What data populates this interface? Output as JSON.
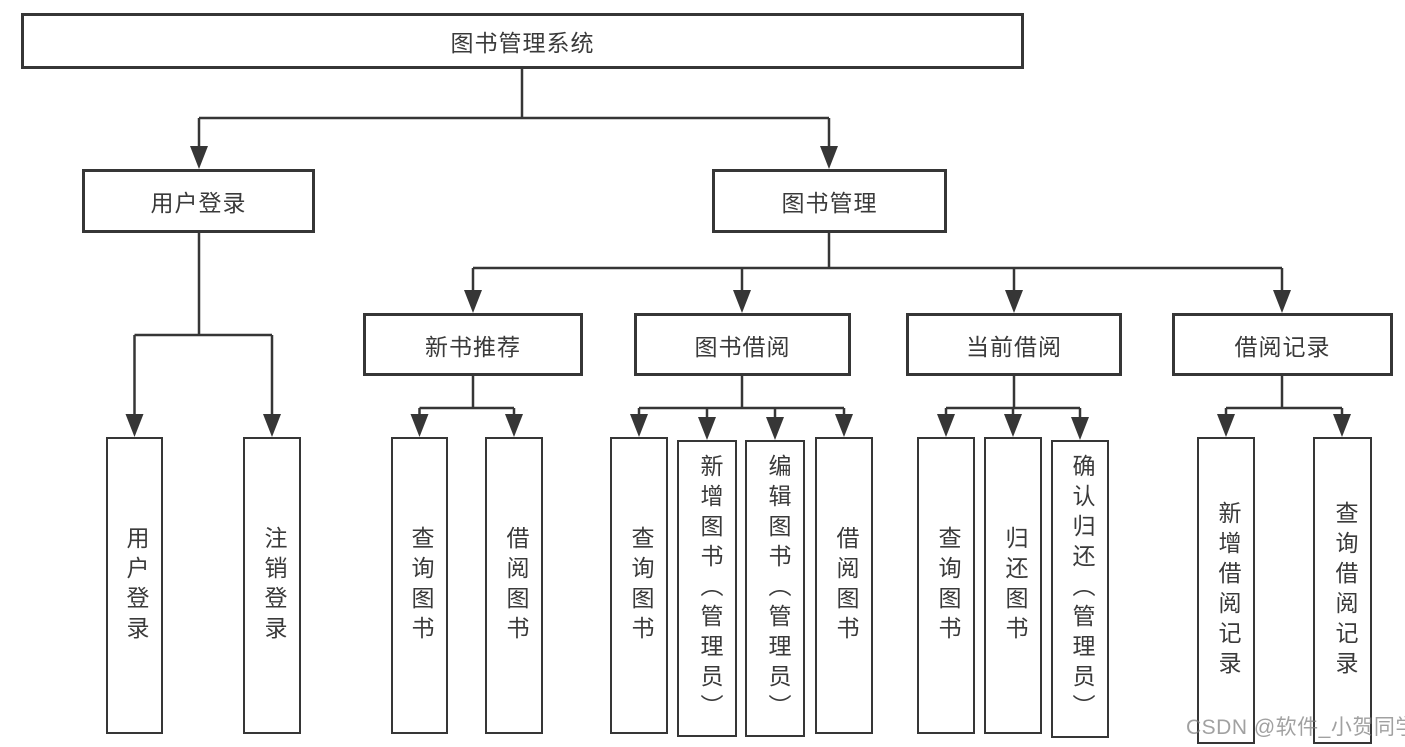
{
  "title": "图书管理系统",
  "user_login": {
    "label": "用户登录",
    "children": {
      "login": "用户登录",
      "logout": "注销登录"
    }
  },
  "book_management": {
    "label": "图书管理",
    "modules": [
      {
        "label": "新书推荐",
        "children": [
          "查询图书",
          "借阅图书"
        ]
      },
      {
        "label": "图书借阅",
        "children": [
          "查询图书",
          "新增图书（管理员）",
          "编辑图书（管理员）",
          "借阅图书"
        ]
      },
      {
        "label": "当前借阅",
        "children": [
          "查询图书",
          "归还图书",
          "确认归还（管理员）"
        ]
      },
      {
        "label": "借阅记录",
        "children": [
          "新增借阅记录",
          "查询借阅记录"
        ]
      }
    ]
  },
  "watermark": "CSDN @软件_小贺同学",
  "colors": {
    "line": "#363636",
    "text": "#3a3a3a",
    "background": "#ffffff",
    "watermark_gray": "#7d7d7d"
  }
}
